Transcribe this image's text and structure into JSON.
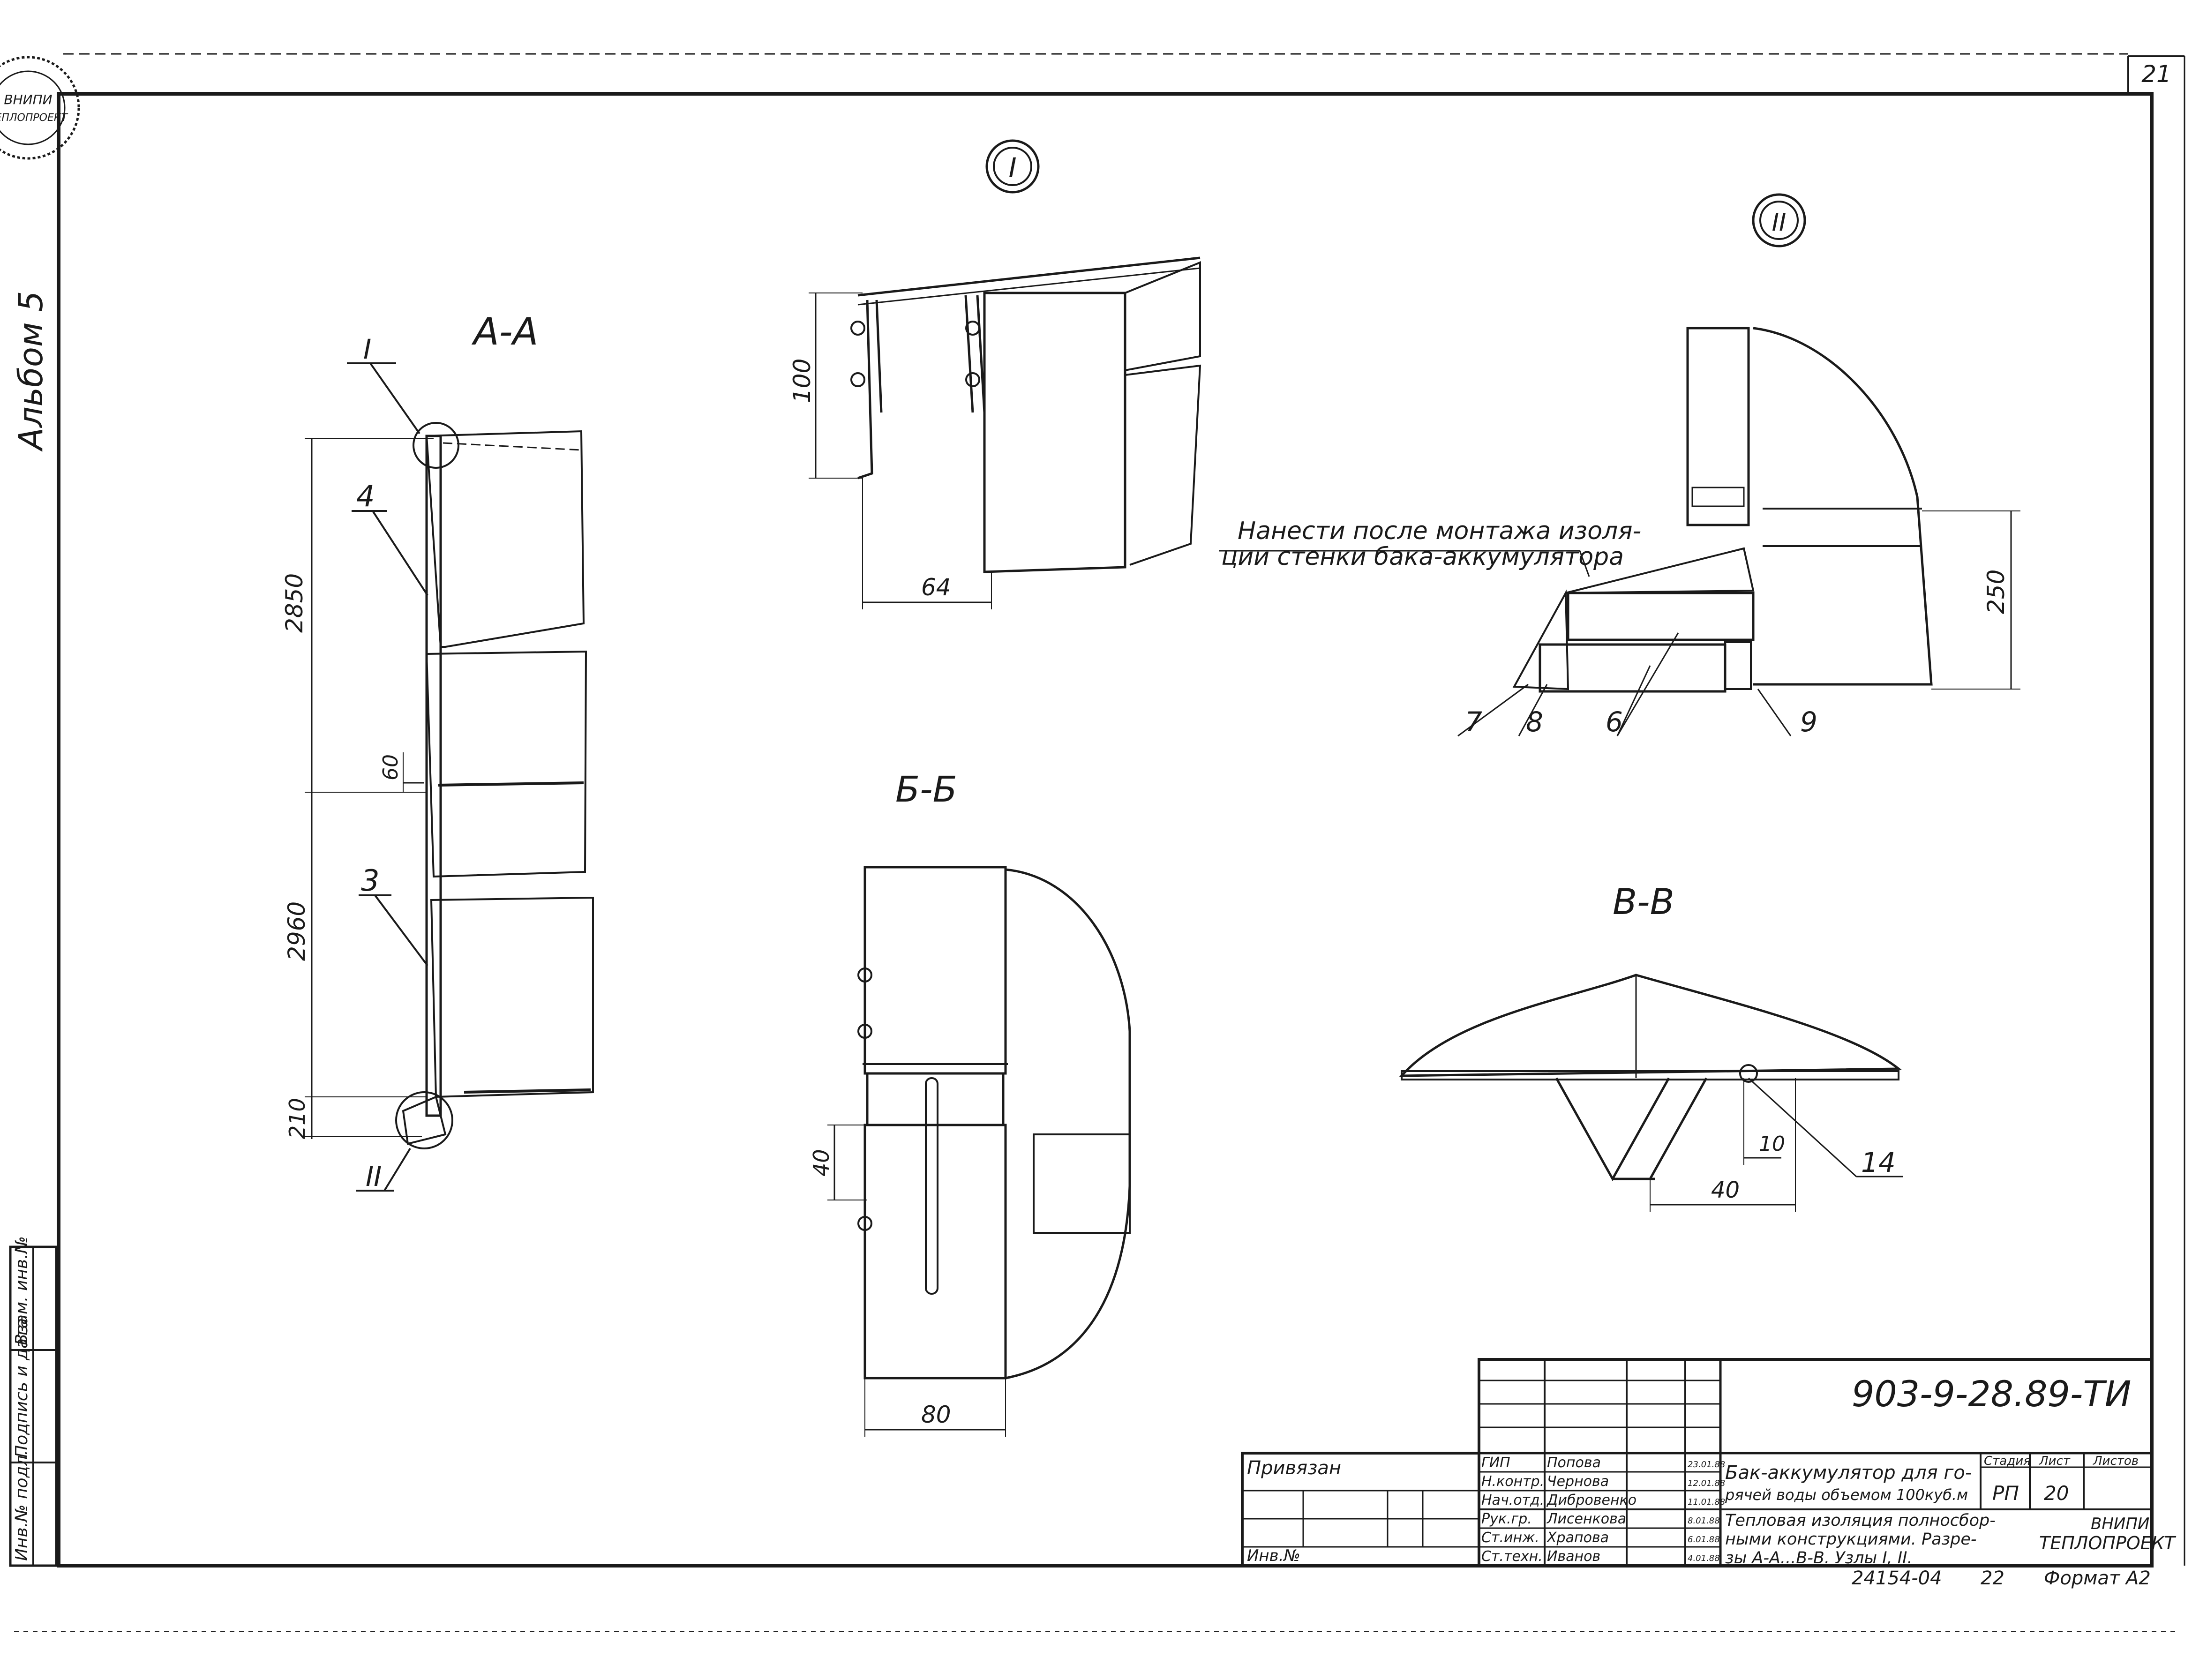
{
  "sheet": {
    "page_number": "21",
    "album": "Альбом 5",
    "format": "Формат А2",
    "bottom_code": "24154-04",
    "bottom_num": "22"
  },
  "stamp_seal": {
    "lines": [
      "ВНИПИ",
      "ТЕПЛОПРОЕКТ"
    ]
  },
  "side_stamp": {
    "fields": [
      "Инв.№ подл.",
      "Подпись и дата",
      "Взам. инв.№"
    ]
  },
  "views": {
    "aa": {
      "title": "А-А",
      "node_1": "I",
      "node_2": "II",
      "pos_4": "4",
      "pos_3": "3",
      "dim_2850": "2850",
      "dim_60": "60",
      "dim_2960": "2960",
      "dim_210": "210"
    },
    "node1": {
      "mark": "I",
      "dim_100": "100",
      "dim_64": "64"
    },
    "node2": {
      "mark": "II",
      "note_line1": "Нанести после монтажа изоля-",
      "note_line2": "ции стенки бака-аккумулятора",
      "dim_250": "250",
      "pos_7": "7",
      "pos_8": "8",
      "pos_6": "6",
      "pos_9": "9"
    },
    "bb": {
      "title": "Б-Б",
      "dim_40": "40",
      "dim_80": "80"
    },
    "vv": {
      "title": "В-В",
      "dim_10": "10",
      "dim_40": "40",
      "pos_14": "14"
    }
  },
  "title_block": {
    "doc_code": "903-9-28.89-ТИ",
    "privyazan": "Привязан",
    "inv_no": "Инв.№",
    "staff": [
      {
        "role": "ГИП",
        "name": "Попова",
        "date": "23.01.88"
      },
      {
        "role": "Н.контр.",
        "name": "Чернова",
        "date": "12.01.88"
      },
      {
        "role": "Нач.отд.",
        "name": "Дибровенко",
        "date": "11.01.88"
      },
      {
        "role": "Рук.гр.",
        "name": "Лисенкова",
        "date": "8.01.88"
      },
      {
        "role": "Ст.инж.",
        "name": "Храпова",
        "date": "6.01.88"
      },
      {
        "role": "Ст.техн.",
        "name": "Иванов",
        "date": "4.01.88"
      }
    ],
    "object_title_1": "Бак-аккумулятор для го-",
    "object_title_2": "рячей воды объемом 100куб.м",
    "sheet_title_1": "Тепловая изоляция полносбор-",
    "sheet_title_2": "ными конструкциями. Разре-",
    "sheet_title_3": "зы А-А...В-В. Узлы I, II.",
    "col_stage": "Стадия",
    "col_sheet": "Лист",
    "col_sheets": "Листов",
    "stage": "РП",
    "sheet_no": "20",
    "org_1": "ВНИПИ",
    "org_2": "ТЕПЛОПРОЕКТ"
  }
}
